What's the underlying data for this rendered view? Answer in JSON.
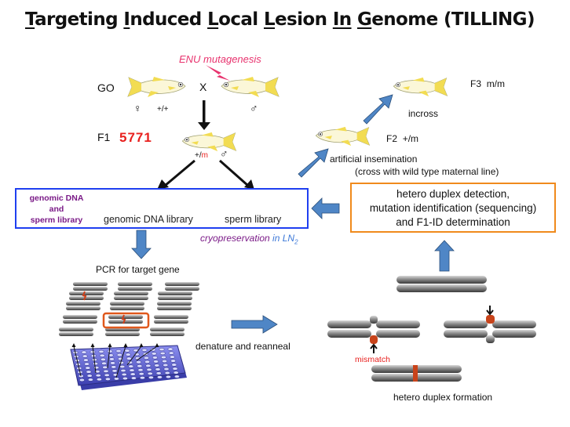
{
  "title": {
    "parts": [
      {
        "u": "T",
        "rest": "argeting "
      },
      {
        "u": "I",
        "rest": "nduced "
      },
      {
        "u": "L",
        "rest": "ocal "
      },
      {
        "u": "L",
        "rest": "esion "
      },
      {
        "u": "In",
        "rest": " "
      },
      {
        "u": "G",
        "rest": "enome (TILLING)"
      }
    ]
  },
  "mutagenesis_label": "ENU mutagenesis",
  "g0": {
    "label": "GO",
    "female_symbol": "♀",
    "female_genotype": "+/+",
    "cross_symbol": "X",
    "male_symbol": "♂"
  },
  "f1": {
    "label": "F1",
    "count": "5771",
    "genotype_wt": "+/",
    "genotype_mut": "m",
    "male_symbol": "♂"
  },
  "library_box": {
    "side_label": [
      "genomic DNA",
      "and",
      "sperm library"
    ],
    "genomic_label": "genomic DNA library",
    "sperm_label": "sperm library"
  },
  "cryo": {
    "text": "cryopreservation",
    "in_text": " in LN",
    "subscript": "2"
  },
  "pcr_label": "PCR for target gene",
  "denature_label": "denature and reanneal",
  "mismatch_label": "mismatch",
  "heteroduplex_formation_label": "hetero duplex formation",
  "detection_box": [
    "hetero duplex detection,",
    "mutation identification (sequencing)",
    "and F1-ID determination"
  ],
  "insemination": {
    "line1": "artificial insemination",
    "line2": "(cross with wild type maternal line)"
  },
  "f2": {
    "label": "F2",
    "genotype": "+/m"
  },
  "incross_label": "incross",
  "f3": {
    "label": "F3",
    "genotype": "m/m"
  },
  "colors": {
    "arrow_blue": "#4f86c6",
    "box_blue": "#1f3ff0",
    "box_orange": "#f08a1c",
    "mutation_red": "#c8431a",
    "fish_yellow": "#f2dc52"
  }
}
